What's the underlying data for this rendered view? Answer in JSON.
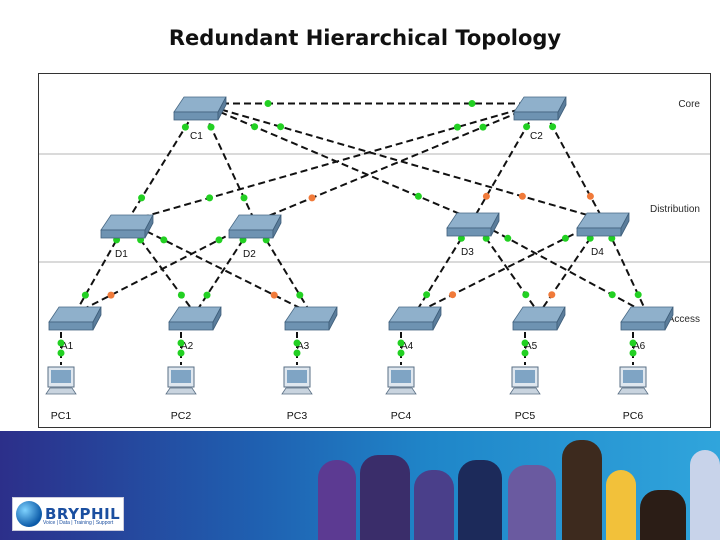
{
  "title": "Redundant Hierarchical Topology",
  "layers": [
    "Core",
    "Distribution",
    "Access"
  ],
  "devices": {
    "core": [
      "C1",
      "C2"
    ],
    "distribution": [
      "D1",
      "D2",
      "D3",
      "D4"
    ],
    "access": [
      "A1",
      "A2",
      "A3",
      "A4",
      "A5",
      "A6"
    ],
    "pcs": [
      "PC1",
      "PC2",
      "PC3",
      "PC4",
      "PC5",
      "PC6"
    ]
  },
  "colors": {
    "port_up": "#22d022",
    "port_blocked": "#f07a3a",
    "switch": "#6e93b2"
  },
  "logo": {
    "brand": "BRYPHIL",
    "tagline": "Voice | Data | Training | Support"
  },
  "icons": {
    "switch": "switch-icon",
    "pc": "pc-icon",
    "logo": "bryphil-logo"
  }
}
